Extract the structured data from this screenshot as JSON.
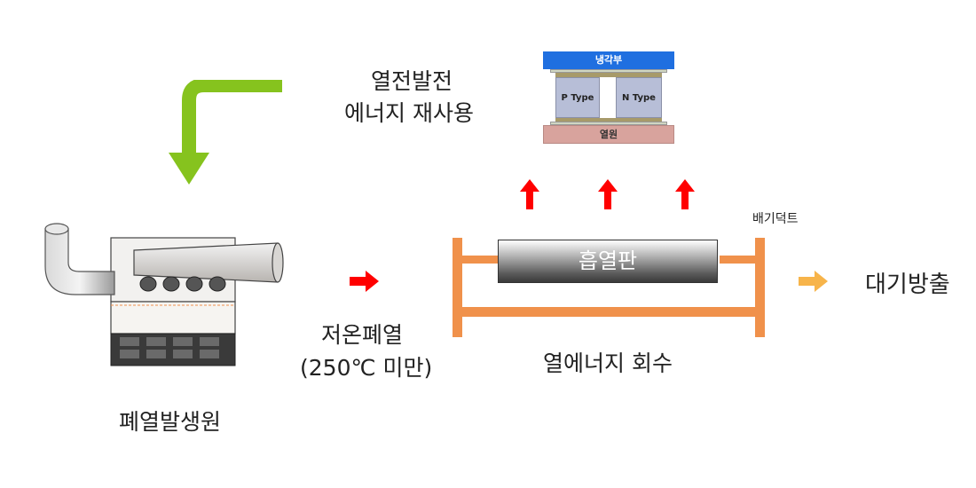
{
  "labels": {
    "reuse_line1": "열전발전",
    "reuse_line2": "에너지 재사용",
    "cooling": "냉각부",
    "p_type": "P Type",
    "n_type": "N Type",
    "heat_source": "열원",
    "duct": "배기덕트",
    "absorber": "흡열판",
    "exhaust": "대기방출",
    "waste_heat_line1": "저온폐열",
    "waste_heat_line2": "(250℃ 미만)",
    "recovery": "열에너지 회수",
    "source": "폐열발생원"
  },
  "colors": {
    "green_arrow": "#86c31e",
    "red_arrow": "#ff0000",
    "orange_frame": "#f0914b",
    "exhaust_arrow": "#f7b44a",
    "cooling_blue": "#1f6fe0",
    "heat_pink": "#d8a39d",
    "type_block": "#b7bed7"
  }
}
